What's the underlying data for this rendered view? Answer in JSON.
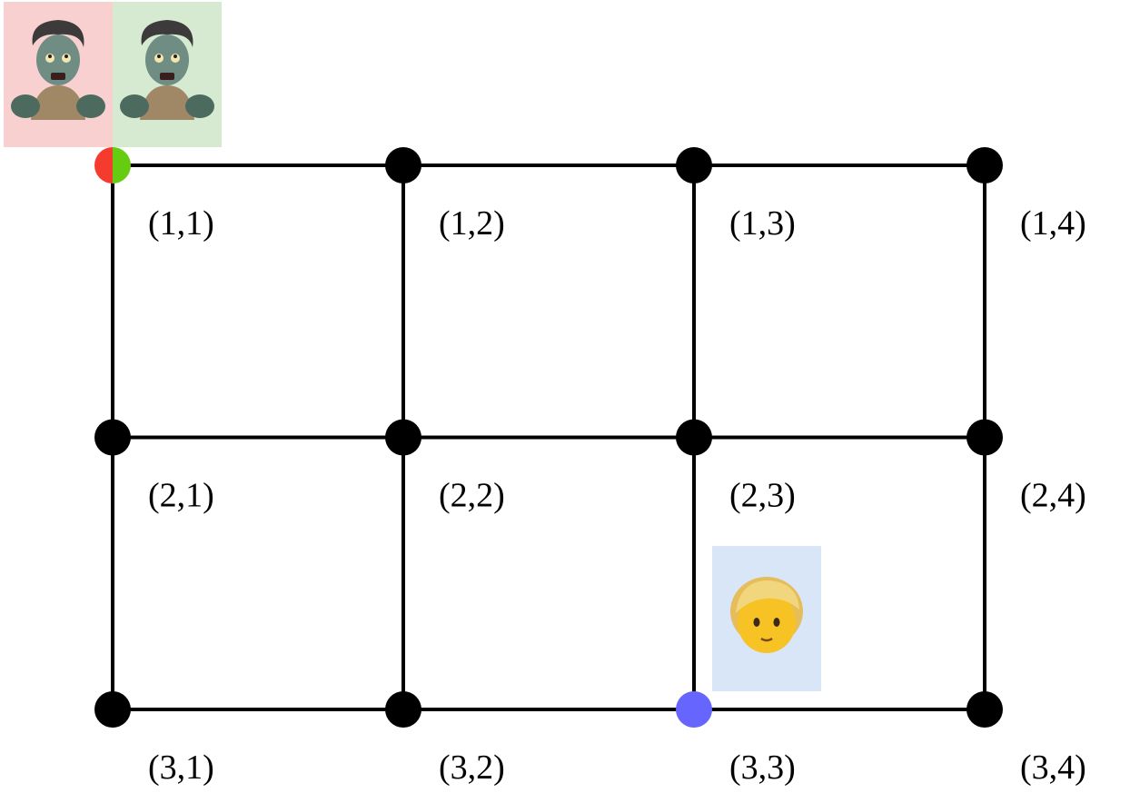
{
  "board": {
    "rows": 3,
    "cols": 4,
    "edge_color": "#000000",
    "node_color": "#000000",
    "nodes": [
      {
        "row": 1,
        "col": 1,
        "label": "(1,1)"
      },
      {
        "row": 1,
        "col": 2,
        "label": "(1,2)"
      },
      {
        "row": 1,
        "col": 3,
        "label": "(1,3)"
      },
      {
        "row": 1,
        "col": 4,
        "label": "(1,4)"
      },
      {
        "row": 2,
        "col": 1,
        "label": "(2,1)"
      },
      {
        "row": 2,
        "col": 2,
        "label": "(2,2)"
      },
      {
        "row": 2,
        "col": 3,
        "label": "(2,3)"
      },
      {
        "row": 2,
        "col": 4,
        "label": "(2,4)"
      },
      {
        "row": 3,
        "col": 1,
        "label": "(3,1)"
      },
      {
        "row": 3,
        "col": 2,
        "label": "(3,2)"
      },
      {
        "row": 3,
        "col": 3,
        "label": "(3,3)"
      },
      {
        "row": 3,
        "col": 4,
        "label": "(3,4)"
      }
    ]
  },
  "pieces": [
    {
      "name": "zombie-red",
      "icon": "zombie-icon",
      "row": 1,
      "col": 1,
      "tile_color": "#f8d0d0",
      "marker_color": "#f53a2e"
    },
    {
      "name": "zombie-green",
      "icon": "zombie-icon",
      "row": 1,
      "col": 1,
      "tile_color": "#d6ead2",
      "marker_color": "#66cc11"
    },
    {
      "name": "player",
      "icon": "person-icon",
      "row": 3,
      "col": 3,
      "tile_color": "#d8e6f8",
      "marker_color": "#6666ff"
    }
  ]
}
